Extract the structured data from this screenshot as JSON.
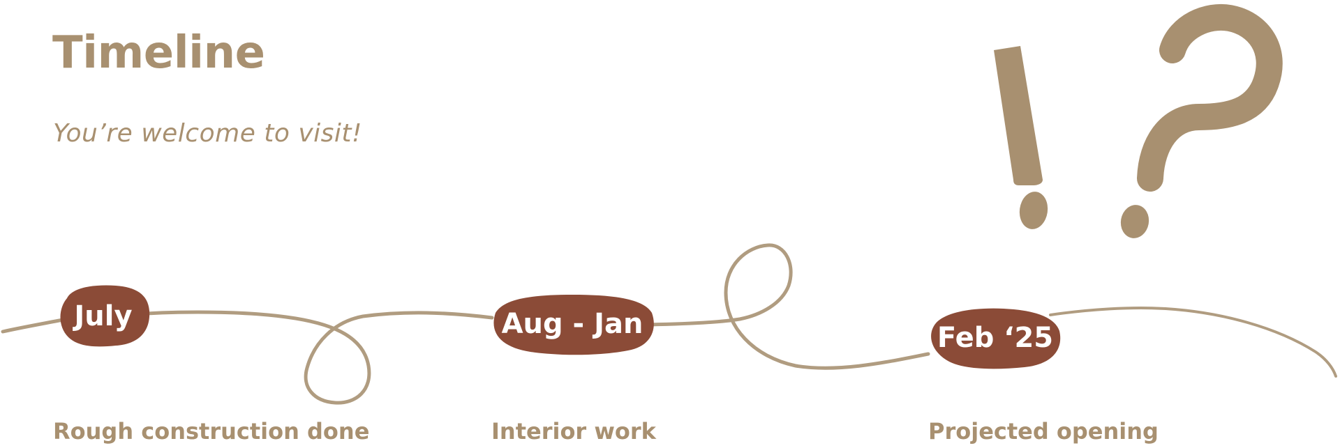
{
  "slide": {
    "title": "Timeline",
    "subtitle": "You’re welcome to visit!"
  },
  "milestones": [
    {
      "date": "July",
      "caption": "Rough construction done"
    },
    {
      "date": "Aug - Jan",
      "caption": "Interior work"
    },
    {
      "date": "Feb ‘25",
      "caption": "Projected opening"
    }
  ],
  "decorations": {
    "marks": [
      "exclamation-mark-icon",
      "question-mark-icon"
    ]
  },
  "colors": {
    "accent": "#a89070",
    "milestone_fill": "#8b4b37",
    "text_on_milestone": "#ffffff",
    "background": "#ffffff"
  }
}
